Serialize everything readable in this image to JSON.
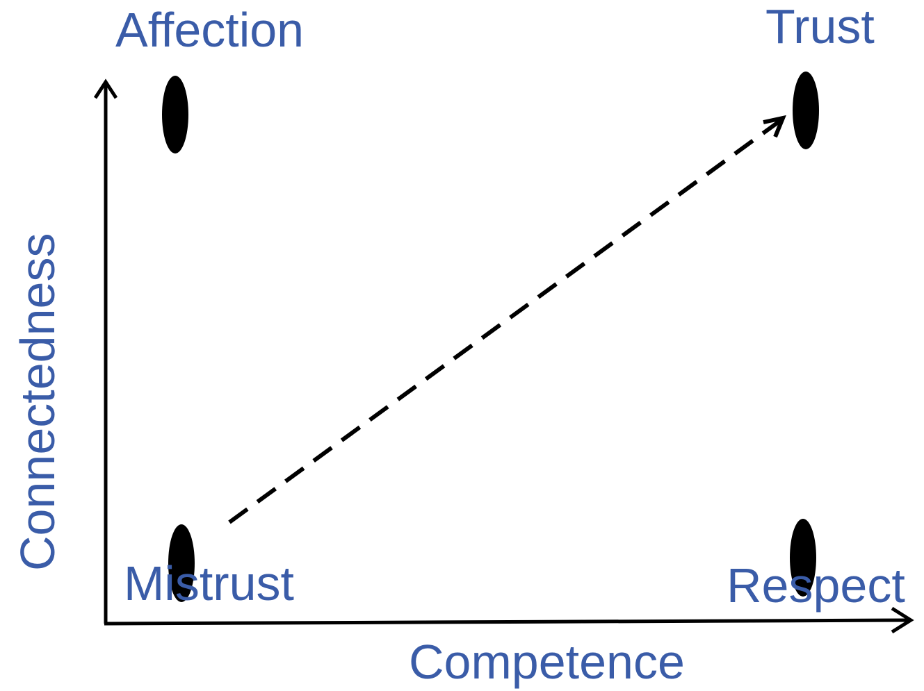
{
  "labels": {
    "affection": "Affection",
    "trust": "Trust",
    "mistrust": "Mistrust",
    "respect": "Respect",
    "x_axis": "Competence",
    "y_axis": "Connectedness"
  },
  "colors": {
    "text": "#3a5ca8",
    "ink": "#000000",
    "background": "#ffffff"
  },
  "connections": [
    {
      "from": "Mistrust",
      "to": "Trust",
      "style": "dashed",
      "arrow": "end"
    }
  ]
}
